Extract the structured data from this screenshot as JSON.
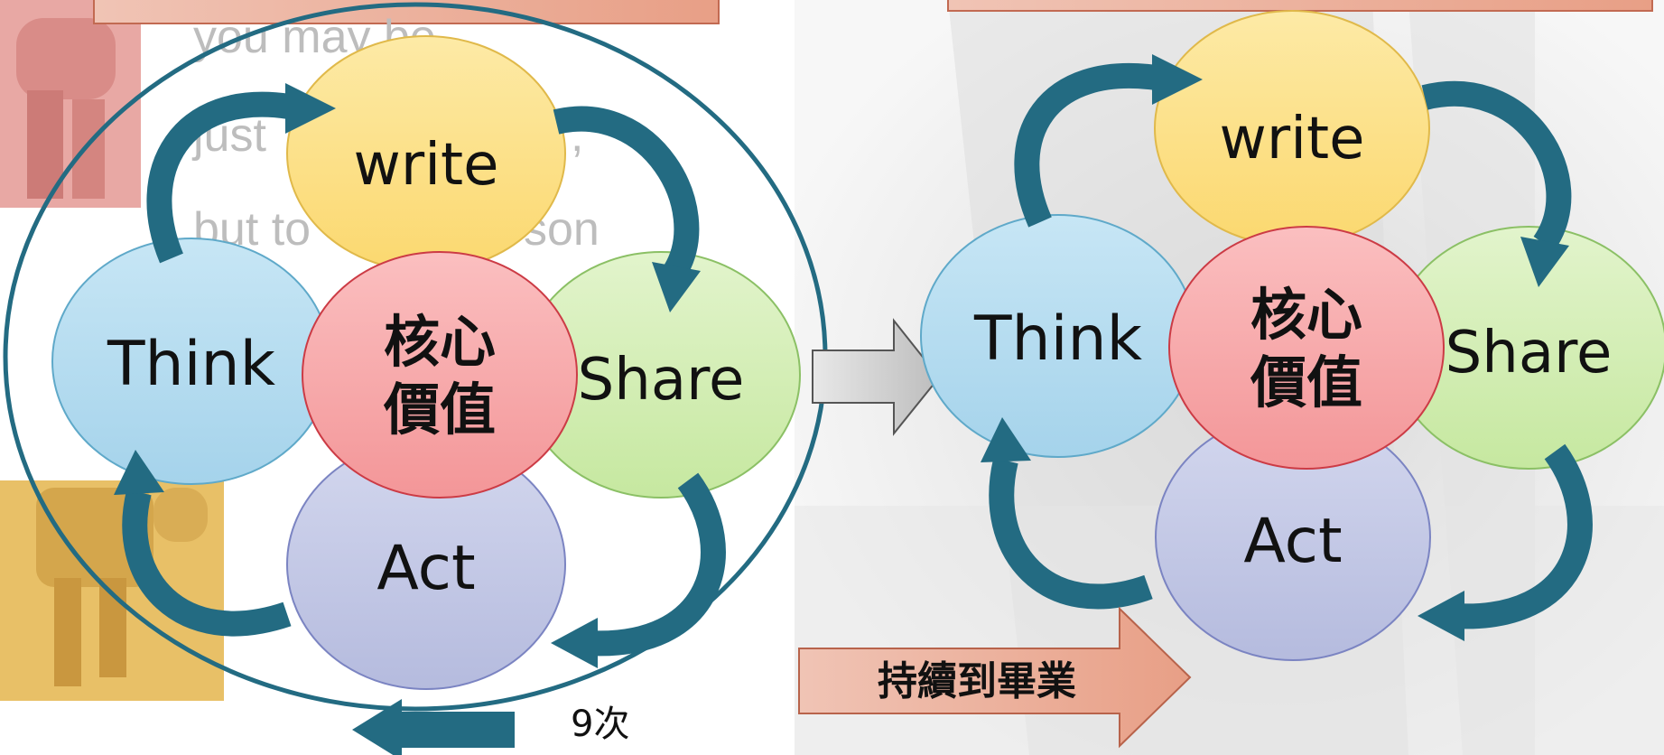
{
  "background_text": {
    "line1": "you may be",
    "line2": "just",
    "line2b": ",",
    "line3": "but to",
    "line3b": "son"
  },
  "left_cycle": {
    "top": "write",
    "left": "Think",
    "center_line1": "核心",
    "center_line2": "價值",
    "right": "Share",
    "bottom": "Act",
    "repeat_note": "9次"
  },
  "right_cycle": {
    "top": "write",
    "left": "Think",
    "center_line1": "核心",
    "center_line2": "價值",
    "right": "Share",
    "bottom": "Act"
  },
  "continue_label": "持續到畢業",
  "colors": {
    "write": "#fde08a",
    "think": "#b3dcef",
    "core": "#f7a6a8",
    "share": "#d3eeb2",
    "act": "#c3c8e5",
    "arrow_teal": "#236b82",
    "orange_box": "#efb3a1"
  }
}
